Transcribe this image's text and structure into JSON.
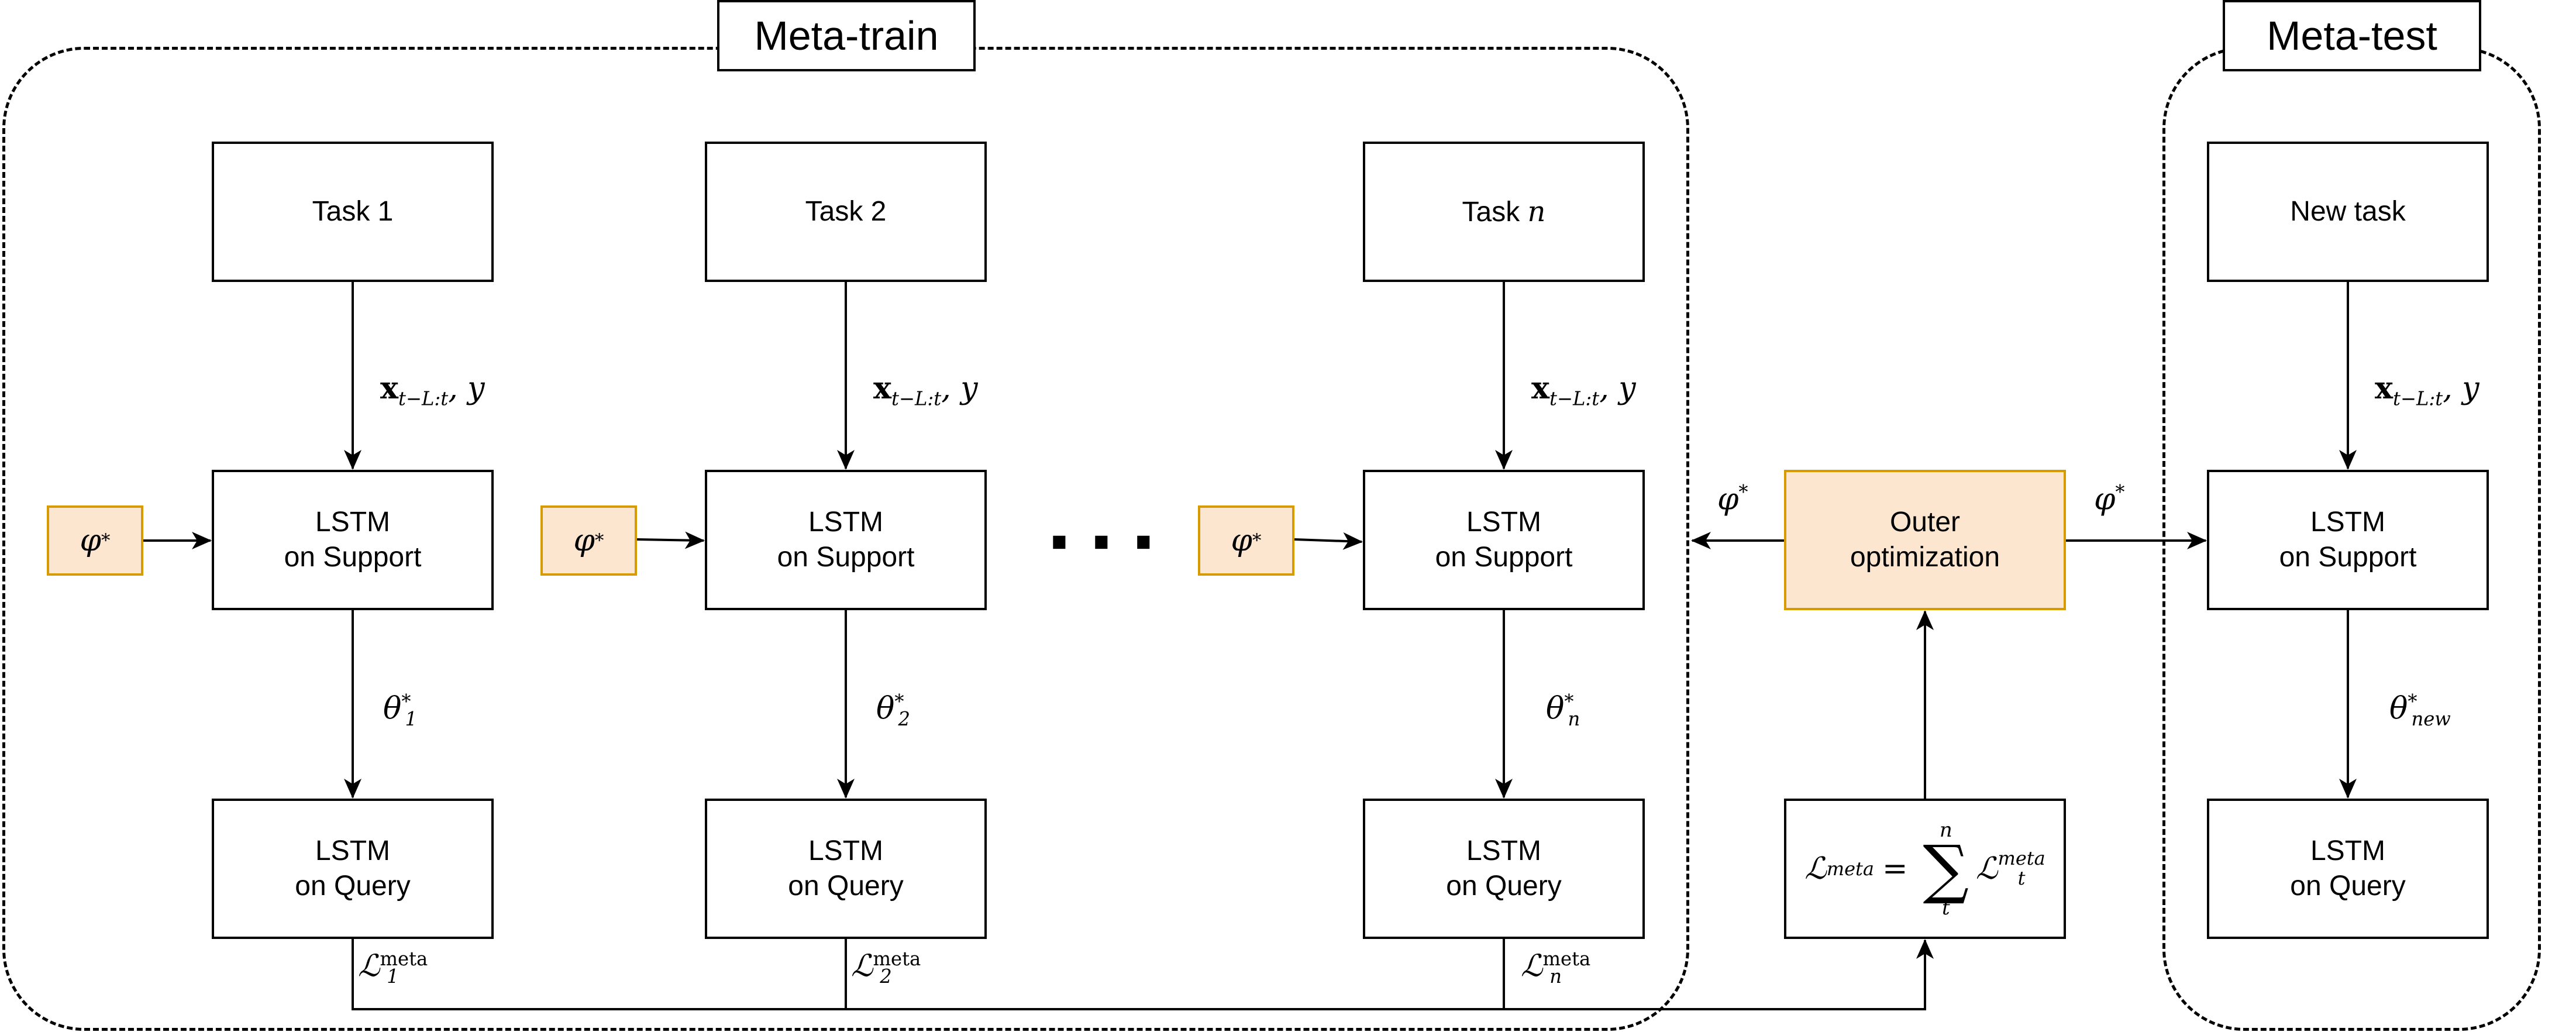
{
  "regions": {
    "meta_train_title": "Meta-train",
    "meta_test_title": "Meta-test"
  },
  "tasks": [
    {
      "label": "Task 1",
      "support_line1": "LSTM",
      "support_line2": "on Support",
      "query_line1": "LSTM",
      "query_line2": "on Query",
      "theta_base": "θ",
      "theta_sub": "1",
      "loss_sub": "1"
    },
    {
      "label": "Task 2",
      "support_line1": "LSTM",
      "support_line2": "on Support",
      "query_line1": "LSTM",
      "query_line2": "on Query",
      "theta_base": "θ",
      "theta_sub": "2",
      "loss_sub": "2"
    },
    {
      "label_prefix": "Task ",
      "label_var": "n",
      "support_line1": "LSTM",
      "support_line2": "on Support",
      "query_line1": "LSTM",
      "query_line2": "on Query",
      "theta_base": "θ",
      "theta_sub": "n",
      "loss_sub": "n"
    }
  ],
  "new_task": {
    "label": "New task",
    "support_line1": "LSTM",
    "support_line2": "on Support",
    "query_line1": "LSTM",
    "query_line2": "on Query",
    "theta_sub": "new"
  },
  "phi": {
    "base": "φ",
    "star": "*"
  },
  "input_label": {
    "x_bold": "x",
    "x_sub": "t−L:t",
    "rest": ", y"
  },
  "theta_star": "*",
  "loss": {
    "symbol": "ℒ",
    "sup": "meta"
  },
  "outer": {
    "line1": "Outer",
    "line2": "optimization"
  },
  "meta_loss": {
    "lhs": "ℒ",
    "lhs_sup": "meta",
    "equals": "=",
    "sigma": "∑",
    "upper": "n",
    "lower": "t",
    "rhs": "ℒ",
    "rhs_sub": "t",
    "rhs_sup": "meta"
  },
  "ellipsis": "···",
  "colors": {
    "accent_fill": "#fde6cf",
    "accent_border": "#d79b00",
    "line": "#000000"
  }
}
